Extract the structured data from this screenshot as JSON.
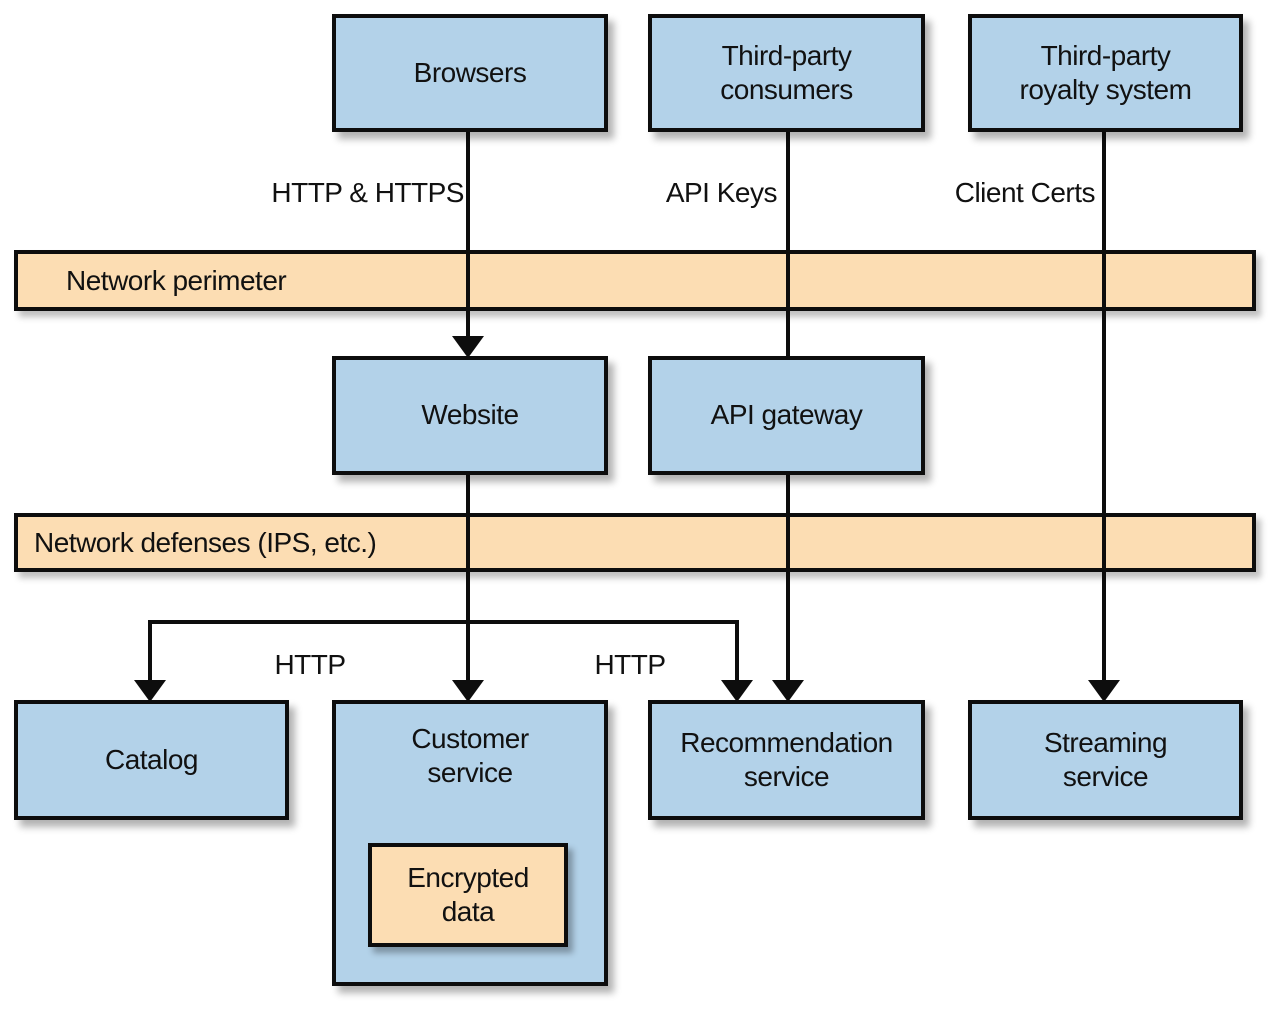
{
  "diagram": {
    "nodes": {
      "browsers": {
        "label": "Browsers"
      },
      "consumers": {
        "label": "Third-party\nconsumers"
      },
      "royalty": {
        "label": "Third-party\nroyalty system"
      },
      "website": {
        "label": "Website"
      },
      "gateway": {
        "label": "API gateway"
      },
      "catalog": {
        "label": "Catalog"
      },
      "customer": {
        "label": "Customer\nservice"
      },
      "encrypted": {
        "label": "Encrypted\ndata"
      },
      "recommendation": {
        "label": "Recommendation\nservice"
      },
      "streaming": {
        "label": "Streaming\nservice"
      }
    },
    "bands": {
      "perimeter": {
        "label": "Network perimeter"
      },
      "defenses": {
        "label": "Network defenses (IPS, etc.)"
      }
    },
    "edge_labels": {
      "browsers_protocol": "HTTP & HTTPS",
      "consumers_protocol": "API Keys",
      "royalty_protocol": "Client Certs",
      "catalog_protocol": "HTTP",
      "recommendation_protocol": "HTTP"
    },
    "colors": {
      "node_fill": "#b3d2e9",
      "band_fill": "#fcddb3",
      "line": "#0d0d0d",
      "background": "#ffffff"
    }
  }
}
